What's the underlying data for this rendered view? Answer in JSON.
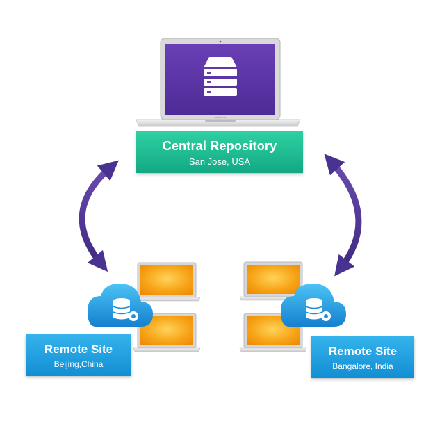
{
  "diagram": {
    "central": {
      "title": "Central Repository",
      "location": "San Jose, USA",
      "laptop_label": "MacBook Air"
    },
    "remote_left": {
      "title": "Remote Site",
      "location": "Beijing,China"
    },
    "remote_right": {
      "title": "Remote Site",
      "location": "Bangalore, India"
    },
    "colors": {
      "central_box": "#1fbf95",
      "remote_box": "#1fa0e0",
      "arrow": "#5a3f96",
      "central_screen": "#5a35a5",
      "remote_screen": "#f5a20f",
      "cloud": "#1d9be0"
    }
  }
}
